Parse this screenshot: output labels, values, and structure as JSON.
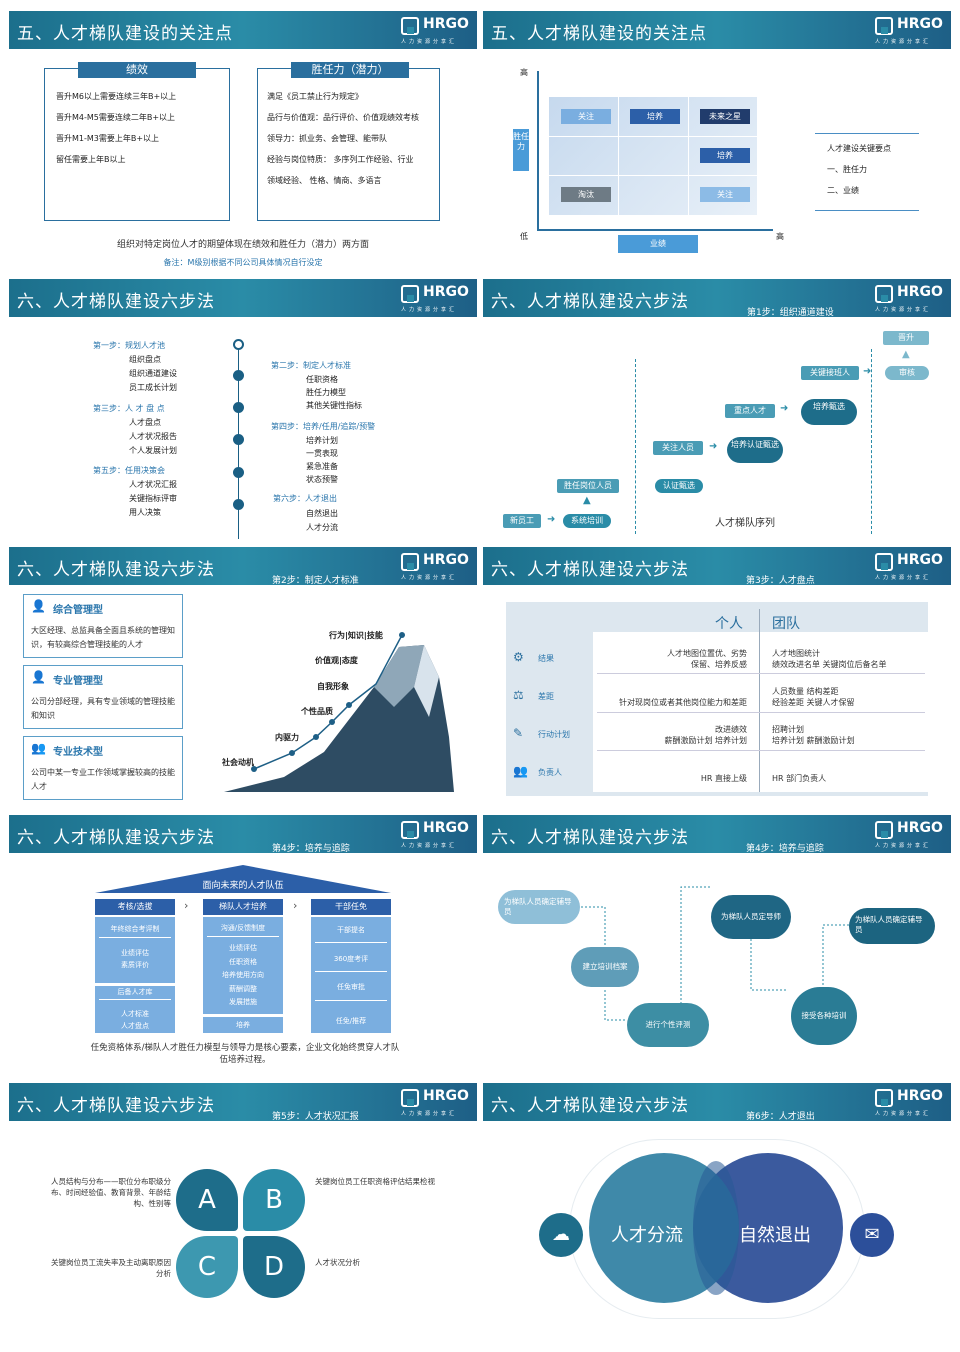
{
  "logo": {
    "word": "HRGO",
    "sub": "人力资源分享汇"
  },
  "s1": {
    "title": "五、人才梯队建设的关注点",
    "perf": {
      "head": "绩效",
      "lines": [
        "晋升M6以上需要连续三年B+以上",
        "晋升M4-M5需要连续二年B+以上",
        "晋升M1-M3需要上年B+以上",
        "留任需要上年B以上"
      ]
    },
    "comp": {
      "head": "胜任力（潜力）",
      "lines": [
        "满足《员工禁止行为规定》",
        "品行与价值观：品行评价、价值观绩效考核",
        "领导力：抓业务、会管理、能带队",
        "经验与岗位特质：  多序列工作经验、行业",
        "领域经验、   性格、情商、多语言"
      ]
    },
    "note": "组织对特定岗位人才的期望体现在绩效和胜任力（潜力）两方面",
    "remark": "备注：M级别根据不同公司具体情况自行没定"
  },
  "s2": {
    "title": "五、人才梯队建设的关注点",
    "high": "高",
    "low": "低",
    "high2": "高",
    "yaxis": "胜任力",
    "xaxis": "业绩",
    "cells": [
      "关注",
      "培养",
      "未来之星",
      "培养",
      "淘汰",
      "关注"
    ],
    "keys": [
      "人才建设关键要点",
      "一、胜任力",
      "二、业绩"
    ]
  },
  "s3": {
    "title": "六、人才梯队建设六步法",
    "steps": [
      {
        "h": "第一步：规划人才池",
        "items": [
          "组织盘点",
          "组织通道建设",
          "员工成长计划"
        ]
      },
      {
        "h": "第二步：制定人才标准",
        "items": [
          "任职资格",
          "胜任力模型",
          "其他关键性指标"
        ]
      },
      {
        "h": "第三步：人 才 盘 点",
        "items": [
          "人才盘点",
          "人才状况报告",
          "个人发展计划"
        ]
      },
      {
        "h": "第四步：培养/任用/追踪/预警",
        "items": [
          "培养计划",
          "一贯表现",
          "紧急准备",
          "状态预警"
        ]
      },
      {
        "h": "第五步：任用决策会",
        "items": [
          "人才状况汇报",
          "关键指标评审",
          "用人决策"
        ]
      },
      {
        "h": "第六步：人才退出",
        "items": [
          "自然退出",
          "人才分流"
        ]
      }
    ]
  },
  "s4": {
    "title": "六、人才梯队建设六步法",
    "sub": "第1步：组织通道建设",
    "nodes": [
      "新员工",
      "系统培训",
      "胜任岗位人员",
      "认证甄选",
      "关注人员",
      "培养认证甄选",
      "重点人才",
      "培养甄选",
      "关键接班人",
      "审核",
      "晋升"
    ],
    "caption": "人才梯队序列"
  },
  "s5": {
    "title": "六、人才梯队建设六步法",
    "sub": "第2步：制定人才标准",
    "cards": [
      {
        "h": "综合管理型",
        "b": "大区经理、总监具备全面且系统的管理知识，有较高综合管理技能的人才"
      },
      {
        "h": "专业管理型",
        "b": "公司分部经理，具有专业领域的管理技能和知识"
      },
      {
        "h": "专业技术型",
        "b": "公司中某一专业工作领域掌握较高的技能人才"
      }
    ],
    "levels": [
      "行为|知识|技能",
      "价值观|态度",
      "自我形象",
      "个性品质",
      "内驱力",
      "社会动机"
    ]
  },
  "s6": {
    "title": "六、人才梯队建设六步法",
    "sub": "第3步：人才盘点",
    "col1": "个人",
    "col2": "团队",
    "rows": [
      {
        "label": "结果",
        "a": "人才地图位置优、劣势\n保留、培养反感",
        "b": "人才地图统计\n绩效改进名单   关键岗位后备名单"
      },
      {
        "label": "差距",
        "a": "针对现岗位或者其他岗位能力和差距",
        "b": "人员数量    结构差距\n经验差距    关键人才保留"
      },
      {
        "label": "行动计划",
        "a": "改进绩效\n薪酬激励计划   培养计划",
        "b": "招聘计划\n培养计划  薪酬激励计划"
      },
      {
        "label": "负责人",
        "a": "HR    直接上级",
        "b": "HR    部门负责人"
      }
    ]
  },
  "s7": {
    "title": "六、人才梯队建设六步法",
    "sub": "第4步：培养与追踪",
    "roof": "面向未来的人才队伍",
    "cols": [
      {
        "h": "考核/选拔",
        "items": [
          "年终综合考评制",
          "业绩评估\n素质评价",
          "后备人才库",
          "人才标准\n人才盘点"
        ]
      },
      {
        "h": "梯队人才培养",
        "items": [
          "沟通/反馈制度",
          "业绩评估\n任职资格\n培养使用方向\n薪酬调整\n发展措施",
          "培养"
        ]
      },
      {
        "h": "干部任免",
        "items": [
          "干部提名",
          "360度考评",
          "任免审批",
          "任免/推荐"
        ]
      }
    ],
    "caption": "任免资格体系/梯队人才胜任力模型与领导力是核心要素，企业文化始终贯穿人才队伍培养过程。"
  },
  "s8": {
    "title": "六、人才梯队建设六步法",
    "sub": "第4步：培养与追踪",
    "nodes": [
      "为梯队人员确定辅导员",
      "建立培训档案",
      "进行个性评测",
      "为梯队人员定导师",
      "接受各种培训",
      "为梯队人员确定辅导员"
    ]
  },
  "s9": {
    "title": "六、人才梯队建设六步法",
    "sub": "第5步：人才状况汇报",
    "letters": [
      "A",
      "B",
      "C",
      "D"
    ],
    "texts": [
      "人员结构与分布——职位分布职级分布、时间经验值、教育背景、年龄结构、性别等",
      "关键岗位员工任职资格评估结果检视",
      "关键岗位员工流失率及主动离职原因分析",
      "人才状况分析"
    ]
  },
  "s10": {
    "title": "六、人才梯队建设六步法",
    "sub": "第6步：人才退出",
    "left": "人才分流",
    "right": "自然退出"
  }
}
